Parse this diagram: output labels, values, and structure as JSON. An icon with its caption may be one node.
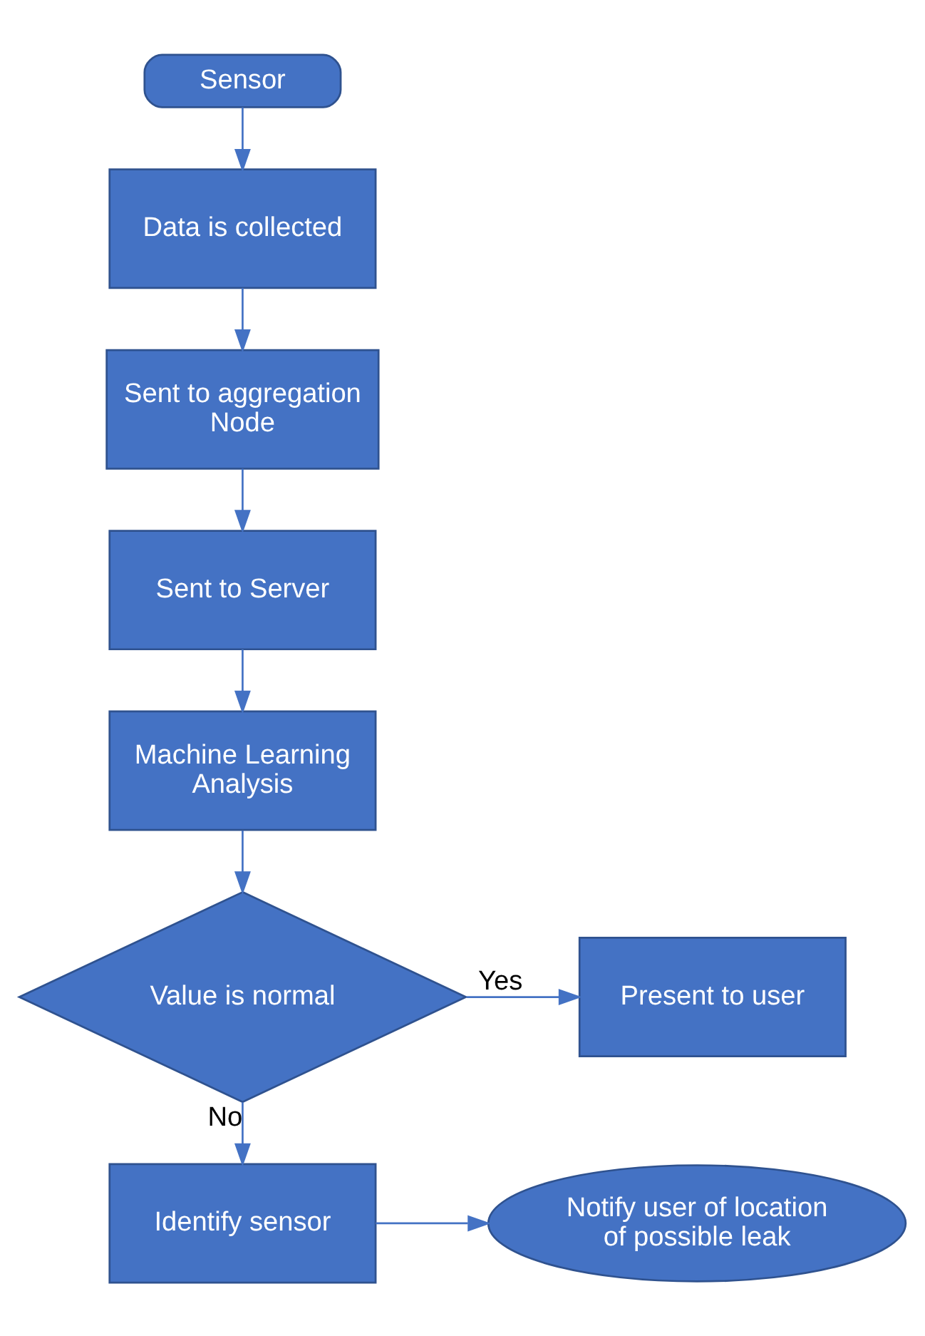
{
  "diagram": {
    "nodes": [
      {
        "text": [
          "Sensor"
        ]
      },
      {
        "text": [
          "Data is collected"
        ]
      },
      {
        "text": [
          "Sent to aggregation Node"
        ]
      },
      {
        "text": [
          "Sent to Server"
        ]
      },
      {
        "text": [
          "Machine Learning Analysis"
        ]
      },
      {
        "text": [
          "Value is normal"
        ]
      },
      {
        "text": [
          "Present to user"
        ]
      },
      {
        "text": [
          "Identify sensor"
        ]
      },
      {
        "text": [
          "Notify user of location of possible leak"
        ]
      }
    ],
    "edges": [
      {
        "from": 0,
        "to": 1,
        "arrow": "to"
      },
      {
        "from": 1,
        "to": 2,
        "arrow": "to"
      },
      {
        "from": 2,
        "to": 3,
        "arrow": "to"
      },
      {
        "from": 3,
        "to": 4,
        "arrow": "to"
      },
      {
        "from": 4,
        "to": 5,
        "arrow": "to"
      },
      {
        "from": 5,
        "to": 6,
        "arrow": "to",
        "label": "Yes"
      },
      {
        "from": 5,
        "to": 7,
        "arrow": "to",
        "label": "No"
      },
      {
        "from": 7,
        "to": 8,
        "arrow": "to"
      }
    ]
  }
}
